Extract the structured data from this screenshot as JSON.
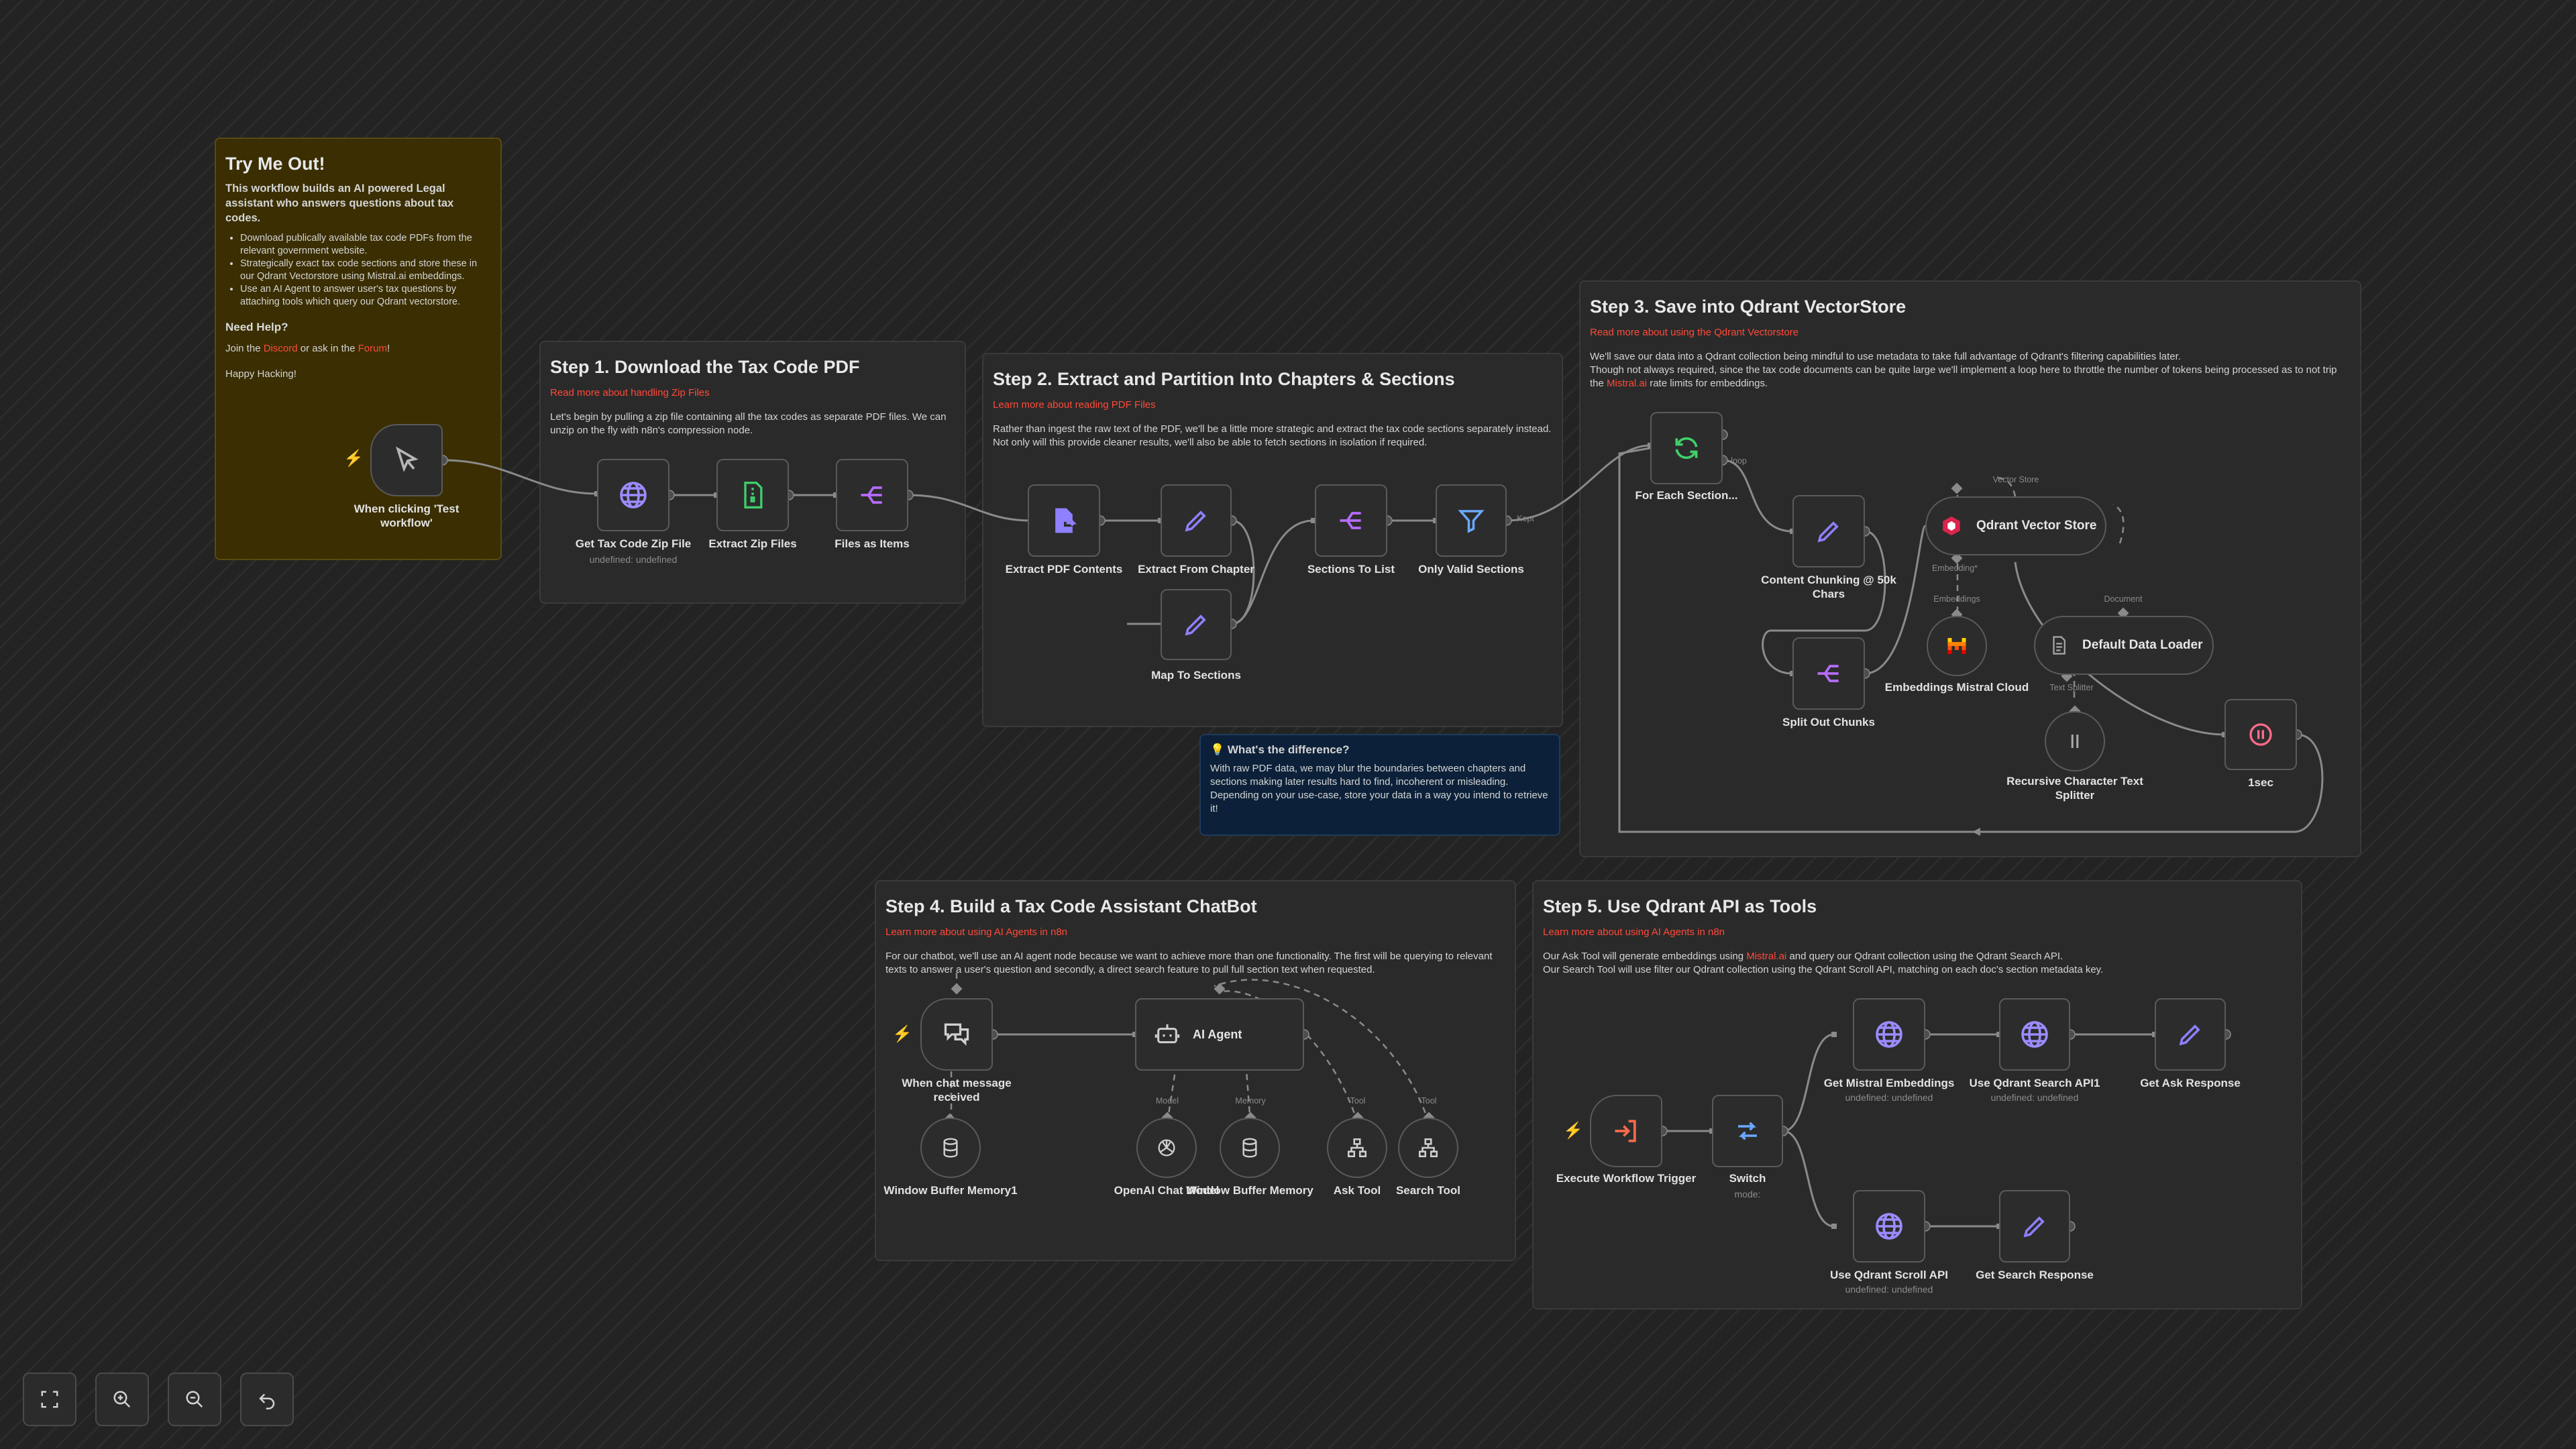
{
  "colors": {
    "accent_purple": "#9b8cff",
    "trigger_orange": "#ff5a3c",
    "link_red": "#ff4a3a",
    "node_border": "#5a5a5a",
    "edge": "#8a8a8a"
  },
  "notes": {
    "try": {
      "title": "Try Me Out!",
      "intro": "This workflow builds an AI powered Legal assistant who answers questions about tax codes.",
      "bullets": [
        "Download publically available tax code PDFs from the relevant government website.",
        "Strategically exact tax code sections and store these in our Qdrant Vectorstore using Mistral.ai embeddings.",
        "Use an AI Agent to answer user's tax questions by attaching tools which query our Qdrant vectorstore."
      ],
      "help_title": "Need Help?",
      "help_pre": "Join the ",
      "help_discord": "Discord",
      "help_mid": " or ask in the ",
      "help_forum": "Forum",
      "help_post": "!",
      "signoff": "Happy Hacking!"
    },
    "step1": {
      "title": "Step 1. Download the Tax Code PDF",
      "link": "Read more about handling Zip Files",
      "body": "Let's begin by pulling a zip file containing all the tax codes as separate PDF files. We can unzip on the fly with n8n's compression node."
    },
    "step2": {
      "title": "Step 2. Extract and Partition Into Chapters & Sections",
      "link": "Learn more about reading PDF Files",
      "body": "Rather than ingest the raw text of the PDF, we'll be a little more strategic and extract the tax code sections separately instead. Not only will this provide cleaner results, we'll also be able to fetch sections in isolation if required."
    },
    "step3": {
      "title": "Step 3. Save into Qdrant VectorStore",
      "link": "Read more about using the Qdrant Vectorstore",
      "body1": "We'll save our data into a Qdrant collection being mindful to use metadata to take full advantage of Qdrant's filtering capabilities later.",
      "body2_pre": "Though not always required, since the tax code documents can be quite large we'll implement a loop here to throttle the number of tokens being processed as to not trip the ",
      "body2_link": "Mistral.ai",
      "body2_post": " rate limits for embeddings."
    },
    "diff": {
      "title": "💡 What's the difference?",
      "body1": "With raw PDF data, we may blur the boundaries between chapters and sections making later results hard to find, incoherent or misleading.",
      "body2": "Depending on your use-case, store your data in a way you intend to retrieve it!"
    },
    "step4": {
      "title": "Step 4. Build a Tax Code Assistant ChatBot",
      "link": "Learn more about using AI Agents in n8n",
      "body": "For our chatbot, we'll use an AI agent node because we want to achieve more than one functionality. The first will be querying to relevant texts to answer a user's question and secondly, a direct search feature to pull full section text when requested."
    },
    "step5": {
      "title": "Step 5. Use Qdrant API as Tools",
      "link": "Learn more about using AI Agents in n8n",
      "body1_pre": "Our Ask Tool will generate embeddings using ",
      "body1_link": "Mistral.ai",
      "body1_post": " and query our Qdrant collection using the Qdrant Search API.",
      "body2": "Our Search Tool will use filter our Qdrant collection using the Qdrant Scroll API, matching on each doc's section metadata key."
    }
  },
  "nodes": {
    "manual_trigger": {
      "label": "When clicking 'Test workflow'",
      "icon": "cursor-icon"
    },
    "get_zip": {
      "label": "Get Tax Code Zip File",
      "sub": "undefined: undefined",
      "icon": "globe-icon"
    },
    "extract_zip": {
      "label": "Extract Zip Files",
      "icon": "file-zip-icon"
    },
    "files_items": {
      "label": "Files as Items",
      "icon": "split-icon"
    },
    "extract_pdf": {
      "label": "Extract PDF Contents",
      "icon": "file-export-icon"
    },
    "extract_chapter": {
      "label": "Extract From Chapter",
      "icon": "pencil-icon"
    },
    "map_sections": {
      "label": "Map To Sections",
      "icon": "pencil-icon"
    },
    "sections_list": {
      "label": "Sections To List",
      "icon": "split-icon"
    },
    "only_valid": {
      "label": "Only Valid Sections",
      "icon": "filter-icon",
      "edge_label": "Kept"
    },
    "for_each": {
      "label": "For Each Section...",
      "icon": "loop-icon",
      "edge_label": "loop"
    },
    "chunking": {
      "label": "Content Chunking @ 50k Chars",
      "icon": "pencil-icon"
    },
    "split_chunks": {
      "label": "Split Out Chunks",
      "icon": "split-icon"
    },
    "vector_store": {
      "label": "Qdrant Vector Store",
      "icon": "qdrant-icon",
      "port_top": "Vector Store",
      "port_emb": "Embedding*",
      "port_doc": "Document"
    },
    "embeddings": {
      "label": "Embeddings Mistral Cloud",
      "icon": "mistral-icon",
      "port": "Embeddings"
    },
    "data_loader": {
      "label": "Default Data Loader",
      "icon": "document-icon",
      "port": "Text Splitter"
    },
    "text_splitter": {
      "label": "Recursive Character Text Splitter",
      "icon": "text-splitter-icon"
    },
    "wait": {
      "label": "1sec",
      "icon": "pause-icon"
    },
    "chat_trigger": {
      "label": "When chat message received",
      "icon": "chat-icon"
    },
    "agent": {
      "label": "AI Agent",
      "icon": "robot-icon",
      "port_model": "Model",
      "port_memory": "Memory",
      "port_tool": "Tool"
    },
    "memory1": {
      "label": "Window Buffer Memory1",
      "icon": "database-icon"
    },
    "openai": {
      "label": "OpenAI Chat Model",
      "icon": "openai-icon"
    },
    "memory": {
      "label": "Window Buffer Memory",
      "icon": "database-icon"
    },
    "ask_tool": {
      "label": "Ask Tool",
      "icon": "workflow-tool-icon"
    },
    "search_tool": {
      "label": "Search Tool",
      "icon": "workflow-tool-icon"
    },
    "exec_trigger": {
      "label": "Execute Workflow Trigger",
      "icon": "sign-in-icon"
    },
    "switch": {
      "label": "Switch",
      "sub": "mode:",
      "icon": "switch-icon"
    },
    "mistral_emb": {
      "label": "Get Mistral Embeddings",
      "sub": "undefined: undefined",
      "icon": "globe-icon"
    },
    "qdrant_search": {
      "label": "Use Qdrant Search API1",
      "sub": "undefined: undefined",
      "icon": "globe-icon"
    },
    "ask_response": {
      "label": "Get Ask Response",
      "icon": "pencil-icon"
    },
    "qdrant_scroll": {
      "label": "Use Qdrant Scroll API",
      "sub": "undefined: undefined",
      "icon": "globe-icon"
    },
    "search_response": {
      "label": "Get Search Response",
      "icon": "pencil-icon"
    }
  },
  "controls": {
    "fit": "fit-view-icon",
    "zoom_in": "zoom-in-icon",
    "zoom_out": "zoom-out-icon",
    "undo": "undo-icon"
  }
}
